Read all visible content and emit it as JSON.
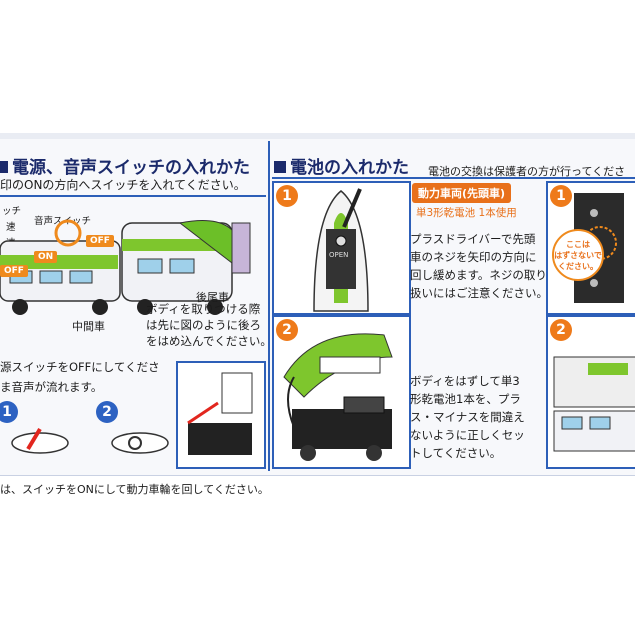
{
  "left_section": {
    "title": "電源、音声スイッチの入れかた",
    "instruction": "印のONの方向へスイッチを入れてください。",
    "label_switch_partial": "ッチ",
    "label_speed1": "速",
    "label_speed2": "速",
    "label_sound_switch": "音声スイッチ",
    "label_off": "OFF",
    "label_on": "ON",
    "label_off_left": "OFF",
    "label_rear_car": "後尾車",
    "label_middle_car": "中間車",
    "body_note_1": "ボディを取りつける際",
    "body_note_2": "は先に図のように後ろ",
    "body_note_3": "をはめ込んでください。",
    "off_note_1": "源スイッチをOFFにしてくださ",
    "off_note_2": "ま音声が流れます。",
    "step1": "1",
    "step2": "2"
  },
  "right_section": {
    "title": "電池の入れかた",
    "note": "電池の交換は保護者の方が行ってくださ",
    "badge": "動力車両(先頭車)",
    "battery_type": "単3形乾電池 1本使用",
    "step1_lines": [
      "プラスドライバーで先頭",
      "車のネジを矢印の方向に",
      "回し緩めます。ネジの取り",
      "扱いにはご注意ください。"
    ],
    "step2_lines": [
      "ボディをはずして単3",
      "形乾電池1本を、プラ",
      "ス・マイナスを間違え",
      "ないように正しくセッ",
      "トしてください。"
    ],
    "callout_1": "ここは",
    "callout_2": "はずさないで",
    "callout_3": "ください。",
    "open_label": "OPEN",
    "step1": "1",
    "step2": "2"
  },
  "footer": {
    "text": "は、スイッチをONにして動力車輪を回してください。"
  }
}
